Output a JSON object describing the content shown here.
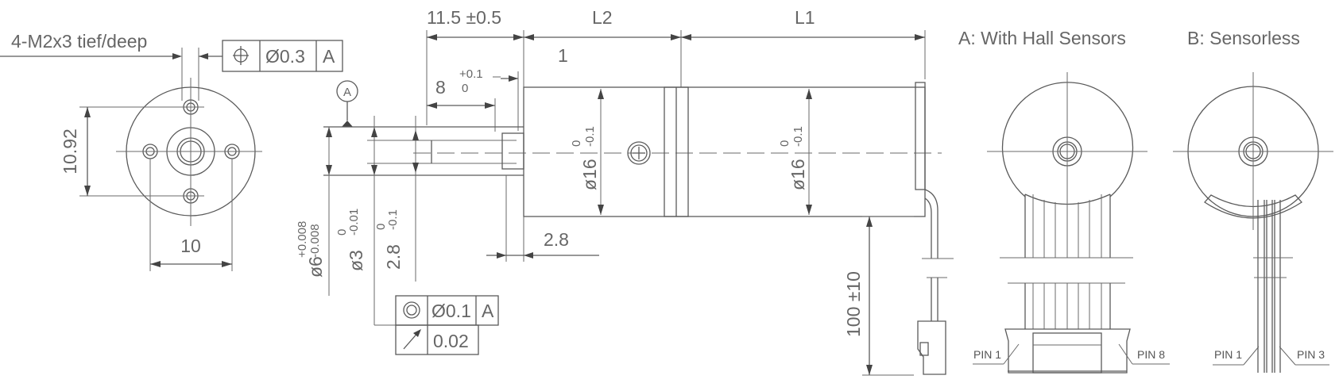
{
  "front_view": {
    "thread_note": "4-M2x3 tief/deep",
    "position_tolerance": {
      "symbol": "⌖",
      "value": "Ø0.3",
      "datum": "A"
    },
    "hole_spacing_vertical": "10.92",
    "hole_spacing_horizontal": "10"
  },
  "side_view": {
    "datum_label": "A",
    "dim_shaft_length": "11.5 ±0.5",
    "dim_l2": "L2",
    "dim_l1": "L1",
    "dim_flat_length": "8",
    "dim_flat_length_tol_upper": "+0.1",
    "dim_flat_length_tol_lower": "0",
    "dim_collar": "1",
    "dim_step": "2.8",
    "dim_d6": "ø6",
    "dim_d6_tol_upper": "+0.008",
    "dim_d6_tol_lower": "-0.008",
    "dim_d3": "ø3",
    "dim_d3_tol_upper": "0",
    "dim_d3_tol_lower": "-0.01",
    "dim_flat": "2.8",
    "dim_flat_tol_upper": "0",
    "dim_flat_tol_lower": "-0.1",
    "dim_gearbox_dia": "ø16",
    "dim_gearbox_dia_tol_upper": "0",
    "dim_gearbox_dia_tol_lower": "-0.1",
    "dim_motor_dia": "ø16",
    "dim_motor_dia_tol_upper": "0",
    "dim_motor_dia_tol_lower": "-0.1",
    "dim_lead_length": "100 ±10",
    "concentricity": {
      "symbol": "◎",
      "value": "Ø0.1",
      "datum": "A"
    },
    "runout": {
      "symbol": "↗",
      "value": "0.02"
    }
  },
  "rear_views": {
    "a_title": "A:  With Hall Sensors",
    "b_title": "B:  Sensorless",
    "a_pin_first": "PIN 1",
    "a_pin_last": "PIN 8",
    "b_pin_first": "PIN 1",
    "b_pin_last": "PIN 3"
  }
}
